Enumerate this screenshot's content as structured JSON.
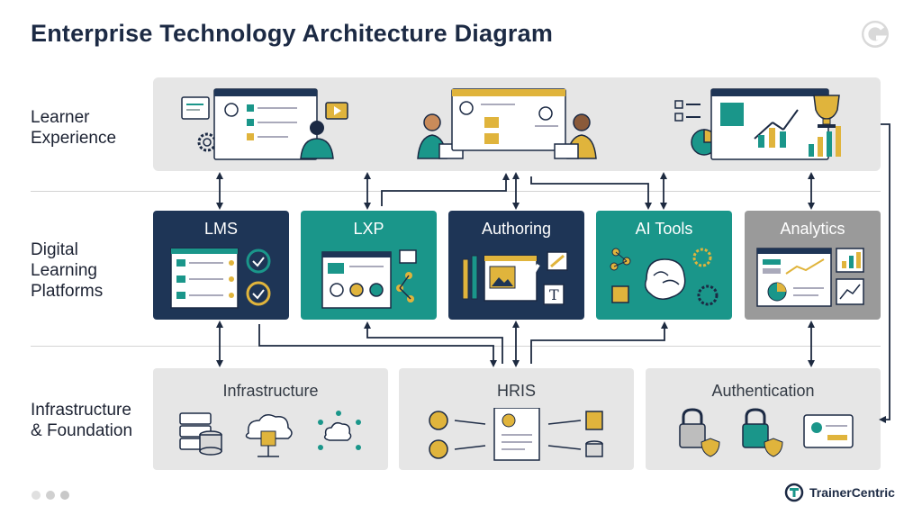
{
  "title": "Enterprise Technology Architecture Diagram",
  "layers": {
    "experience": "Learner\nExperience",
    "platforms": "Digital\nLearning\nPlatforms",
    "infrastructure": "Infrastructure\n& Foundation"
  },
  "platforms": [
    {
      "label": "LMS",
      "color": "#1e3556"
    },
    {
      "label": "LXP",
      "color": "#1a968a"
    },
    {
      "label": "Authoring",
      "color": "#1e3556"
    },
    {
      "label": "AI Tools",
      "color": "#1a968a"
    },
    {
      "label": "Analytics",
      "color": "#9a9a9a"
    }
  ],
  "foundation": {
    "infrastructure": "Infrastructure",
    "hris": "HRIS",
    "authentication": "Authentication"
  },
  "colors": {
    "navy": "#1e3556",
    "teal": "#1a968a",
    "gold": "#e0b43c",
    "grey": "#9a9a9a"
  },
  "brand": {
    "name": "TrainerCentric"
  }
}
